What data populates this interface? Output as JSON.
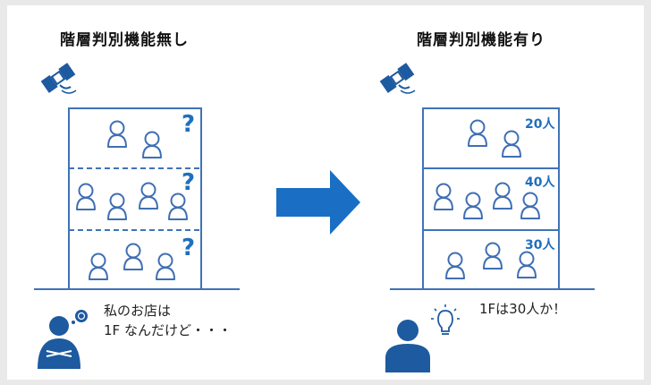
{
  "left_panel": {
    "title": "階層判別機能無し",
    "floors": [
      {
        "mark": "?"
      },
      {
        "mark": "?"
      },
      {
        "mark": "?"
      }
    ],
    "speech_line1": "私のお店は",
    "speech_line2": "1F なんだけど・・・"
  },
  "right_panel": {
    "title": "階層判別機能有り",
    "floors": [
      {
        "count": "20人"
      },
      {
        "count": "40人"
      },
      {
        "count": "30人"
      }
    ],
    "speech": "1Fは30人か！"
  },
  "colors": {
    "accent": "#1e6fbf",
    "building_line": "#3f73b8",
    "arrow": "#1a6fc4",
    "person": "#1d5aa0",
    "people_outline": "#3f6fb3"
  },
  "icons": [
    "satellite-icon",
    "person-icon",
    "arrow-right-icon",
    "lightbulb-icon",
    "thought-bubble-icon"
  ]
}
